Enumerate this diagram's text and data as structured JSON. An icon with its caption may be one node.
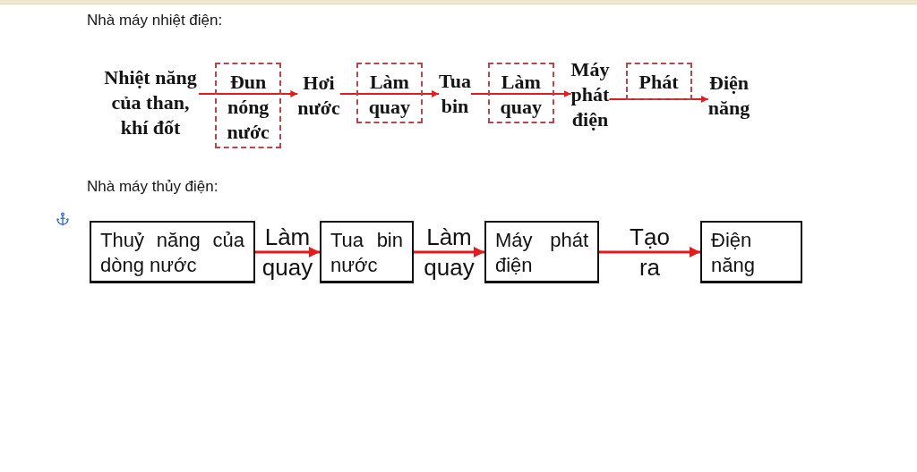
{
  "diagram": {
    "nodes": [
      {
        "text": [
          "Nhiệt năng của than, khí đốt"
        ]
      },
      {
        "text": [
          "Hơi nước"
        ]
      },
      {
        "text": [
          "Tua bin"
        ]
      },
      {
        "text": [
          "Máy phát điện"
        ]
      },
      {
        "text": [
          "Điện năng"
        ]
      },
      {
        "text": [
          "Thuỷ năng của dòng nước"
        ]
      },
      {
        "text": [
          "Tua bin nước"
        ]
      },
      {
        "text": [
          "Máy phát điện"
        ]
      },
      {
        "text": [
          "Điện năng"
        ]
      }
    ],
    "edges": [
      {
        "from": 0,
        "to": 1,
        "arrow": "to",
        "label": "Đun nóng nước"
      },
      {
        "from": 1,
        "to": 2,
        "arrow": "to",
        "label": "Làm quay"
      },
      {
        "from": 2,
        "to": 3,
        "arrow": "to",
        "label": "Làm quay"
      },
      {
        "from": 3,
        "to": 4,
        "arrow": "to",
        "label": "Phát"
      },
      {
        "from": 5,
        "to": 6,
        "arrow": "to",
        "label": "Làm quay"
      },
      {
        "from": 6,
        "to": 7,
        "arrow": "to",
        "label": "Làm quay"
      },
      {
        "from": 7,
        "to": 8,
        "arrow": "to",
        "label": "Tạo ra"
      }
    ],
    "labels": [
      "Nhà máy nhiệt điện:",
      "Nhà máy thủy điện:"
    ]
  }
}
